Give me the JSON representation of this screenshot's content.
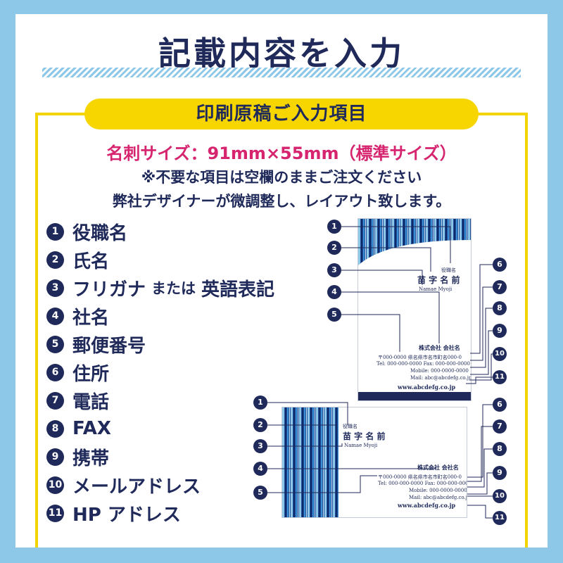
{
  "title": "記載内容を入力",
  "section_title": "印刷原稿ご入力項目",
  "size_line": "名刺サイズ：91mm×55mm（標準サイズ）",
  "note_line1": "※不要な項目は空欄のままご注文ください",
  "note_line2": "弊社デザイナーが微調整し、レイアウト致します。",
  "items": [
    {
      "num": "1",
      "label": "役職名"
    },
    {
      "num": "2",
      "label": "氏名"
    },
    {
      "num": "3",
      "label": "フリガナ",
      "label_small": "または",
      "label_after": "英語表記"
    },
    {
      "num": "4",
      "label": "社名"
    },
    {
      "num": "5",
      "label": "郵便番号"
    },
    {
      "num": "6",
      "label": "住所"
    },
    {
      "num": "7",
      "label": "電話"
    },
    {
      "num": "8",
      "label": "FAX"
    },
    {
      "num": "9",
      "label": "携帯"
    },
    {
      "num": "10",
      "label": "メールアドレス"
    },
    {
      "num": "11",
      "label": "HP アドレス"
    }
  ],
  "card": {
    "title": "役職名",
    "name": "苗 字 名 前",
    "romaji": "Namae Myoji",
    "company": "株式会社 会社名",
    "address": "〒000-0000 県名県市名市町名000-0",
    "tel_fax": "Tel: 000-000-0000   Fax: 000-000-0000",
    "mobile": "Mobile: 000-0000-0000",
    "mail": "Mail: abc@abcdefg.co.jp",
    "url": "www.abcdefg.co.jp"
  },
  "colors": {
    "navy": "#1f2a5a",
    "sky": "#8ec8e8",
    "yellow": "#f7d600",
    "pink": "#d6246f"
  }
}
